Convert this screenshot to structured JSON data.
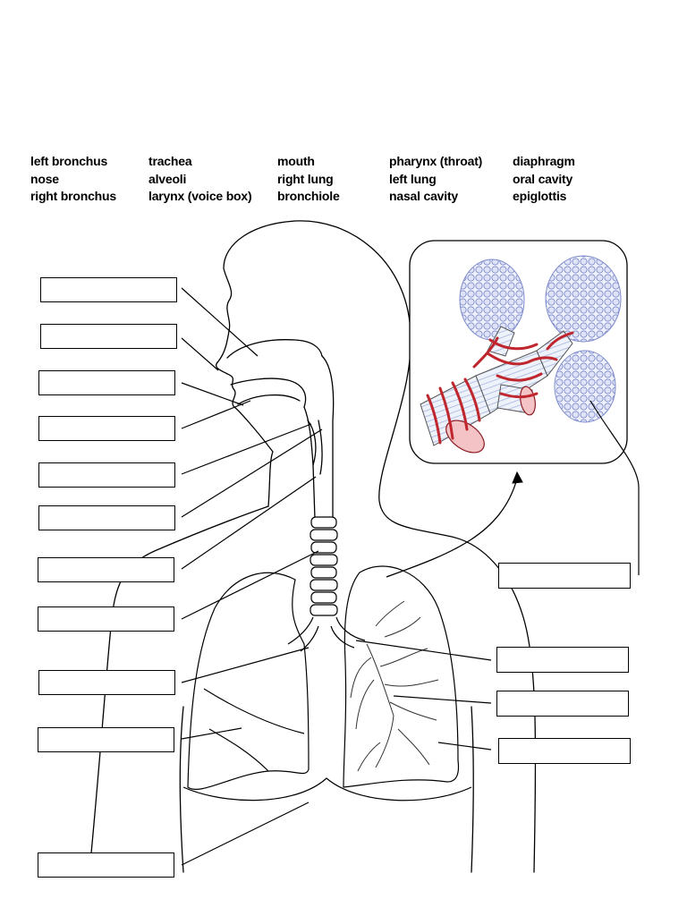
{
  "word_bank": {
    "columns": [
      [
        "left bronchus",
        "nose",
        "right bronchus"
      ],
      [
        "trachea",
        "alveoli",
        "larynx (voice box)"
      ],
      [
        "mouth",
        "right lung",
        "bronchiole"
      ],
      [
        "pharynx (throat)",
        "left lung",
        "nasal cavity"
      ],
      [
        "diaphragm",
        "oral cavity",
        "epiglottis"
      ]
    ]
  },
  "colors": {
    "line": "#000000",
    "bronchi_red": "#c0262d",
    "alveoli_blue": "#9aa6dc",
    "tube_stripe": "#b9c4e6"
  },
  "answer_boxes": {
    "count": 15,
    "contents": ""
  }
}
